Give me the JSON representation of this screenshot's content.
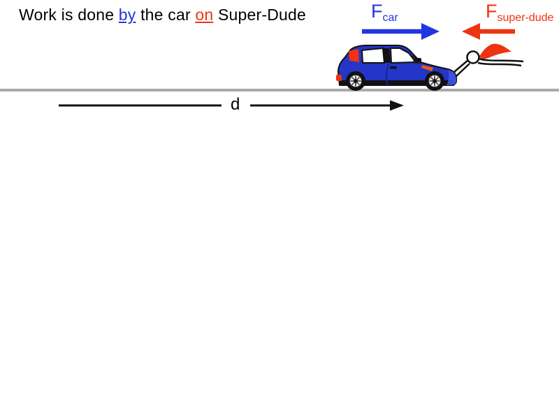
{
  "slide": {
    "title": {
      "part1": "Work is done ",
      "by_word": "by",
      "part2": " the car ",
      "on_word": "on",
      "part3": " Super-Dude"
    }
  },
  "force_labels": {
    "car": {
      "symbol": "F",
      "subscript": "car"
    },
    "super_dude": {
      "symbol": "F",
      "subscript": "super-dude"
    }
  },
  "distance_label": "d",
  "colors": {
    "force_car_blue": "#2236e0",
    "force_super_dude_red": "#ee3311",
    "car_body_blue": "#2435c8",
    "cape_red": "#ee3311",
    "ground_gray": "#a9a9a9"
  },
  "figures": {
    "car": "blue-car-side-view",
    "super_dude": "super-dude-stick-figure-with-cape"
  }
}
